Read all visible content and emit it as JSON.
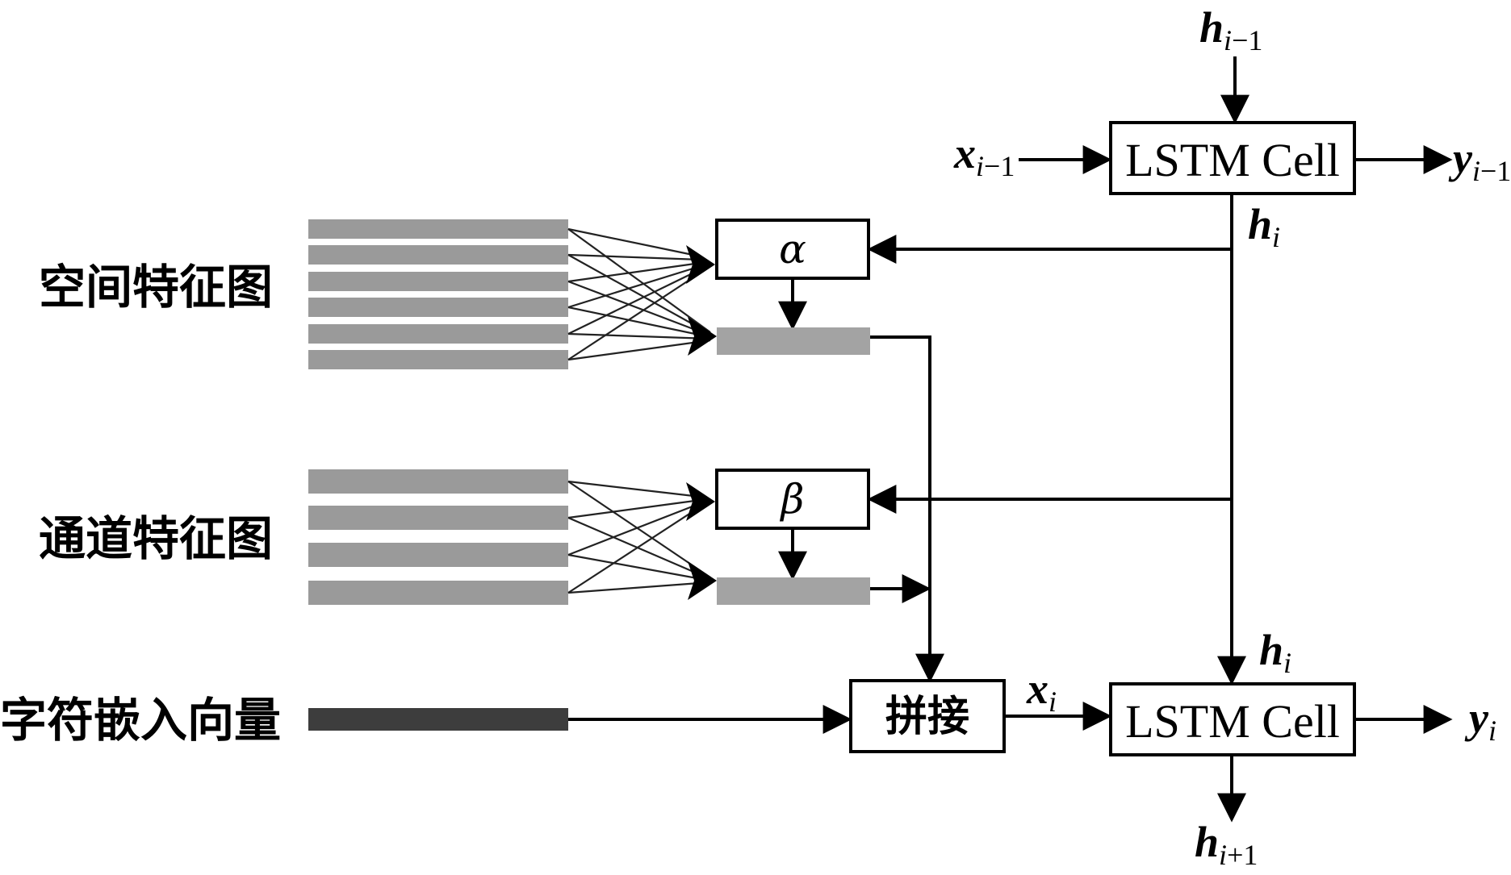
{
  "labels": {
    "spatial_feature_map": "空间特征图",
    "channel_feature_map": "通道特征图",
    "char_embedding": "字符嵌入向量"
  },
  "boxes": {
    "lstm_top": "LSTM Cell",
    "lstm_bottom": "LSTM Cell",
    "alpha": "α",
    "beta": "β",
    "concat": "拼接"
  },
  "variables": {
    "h_prev": {
      "base": "h",
      "sub": "i",
      "sub_rest": "−1"
    },
    "x_prev": {
      "base": "x",
      "sub": "i",
      "sub_rest": "−1"
    },
    "y_prev": {
      "base": "y",
      "sub": "i",
      "sub_rest": "−1"
    },
    "h_cur_top": {
      "base": "h",
      "sub": "i",
      "sub_rest": ""
    },
    "h_cur_bottom": {
      "base": "h",
      "sub": "i",
      "sub_rest": ""
    },
    "x_cur": {
      "base": "x",
      "sub": "i",
      "sub_rest": ""
    },
    "y_cur": {
      "base": "y",
      "sub": "i",
      "sub_rest": ""
    },
    "h_next": {
      "base": "h",
      "sub": "i",
      "sub_rest": "+1"
    }
  },
  "colors": {
    "feature_bar": "#9a9a9a",
    "embedding_bar": "#3d3d3d",
    "stroke": "#000000"
  }
}
